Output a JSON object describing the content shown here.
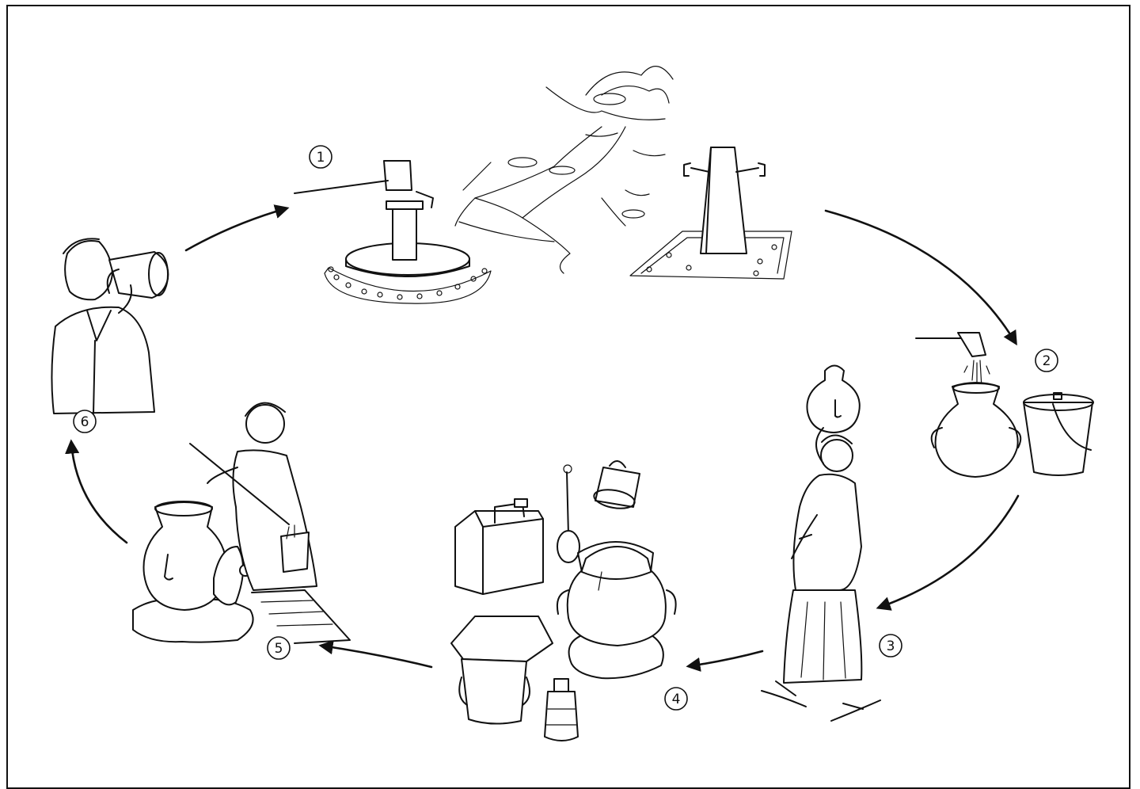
{
  "steps": [
    {
      "number": "1",
      "icon": "water-source-icon"
    },
    {
      "number": "2",
      "icon": "water-collection-icon"
    },
    {
      "number": "3",
      "icon": "water-transport-icon"
    },
    {
      "number": "4",
      "icon": "storage-containers-icon"
    },
    {
      "number": "5",
      "icon": "serving-water-icon"
    },
    {
      "number": "6",
      "icon": "drinking-water-icon"
    }
  ],
  "colors": {
    "ink": "#111111",
    "background": "#ffffff"
  }
}
